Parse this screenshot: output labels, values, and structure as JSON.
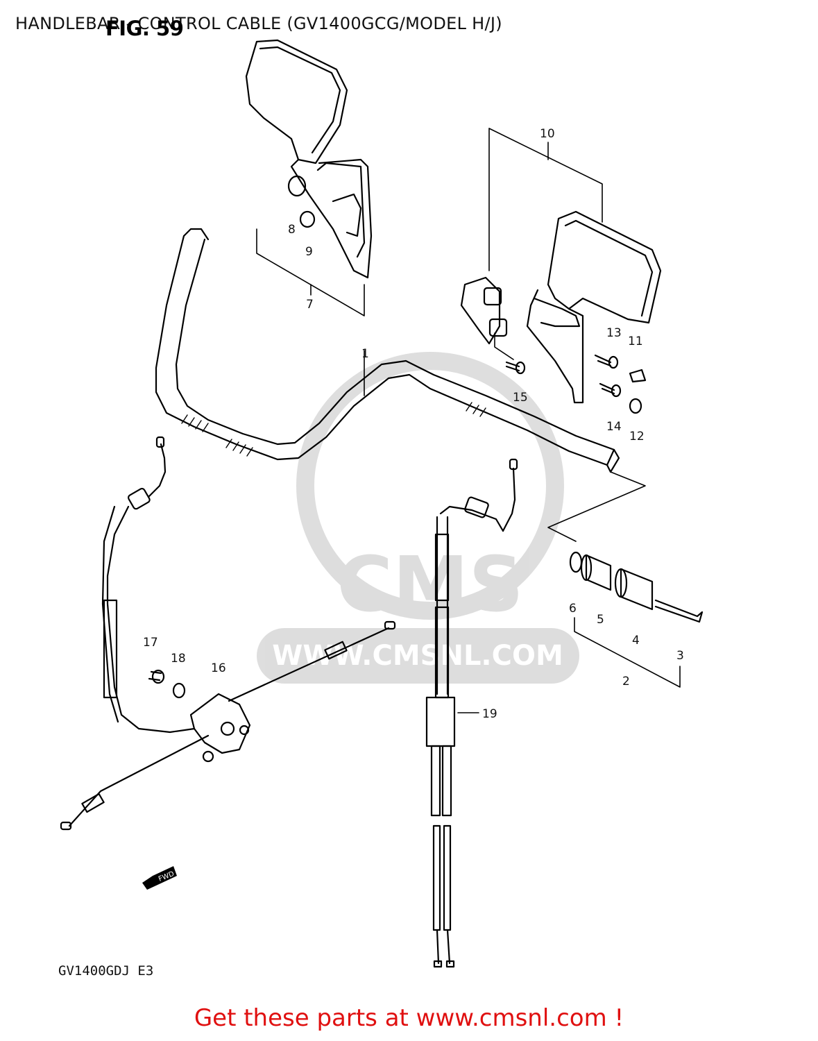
{
  "header": {
    "title": "HANDLEBAR - CONTROL CABLE (GV1400GCG/MODEL H/J)",
    "fig_label": "FIG. 59"
  },
  "diagram": {
    "model_code": "GV1400GDJ  E3",
    "direction_tag": "FWD",
    "watermark": {
      "brand": "CMS",
      "url": "WWW.CMSNL.COM"
    },
    "callouts": [
      "1",
      "2",
      "3",
      "4",
      "5",
      "6",
      "7",
      "8",
      "9",
      "10",
      "11",
      "12",
      "13",
      "14",
      "15",
      "16",
      "17",
      "18",
      "19"
    ]
  },
  "footer": {
    "text": "Get these parts at www.cmsnl.com !",
    "color": "#e01010"
  }
}
